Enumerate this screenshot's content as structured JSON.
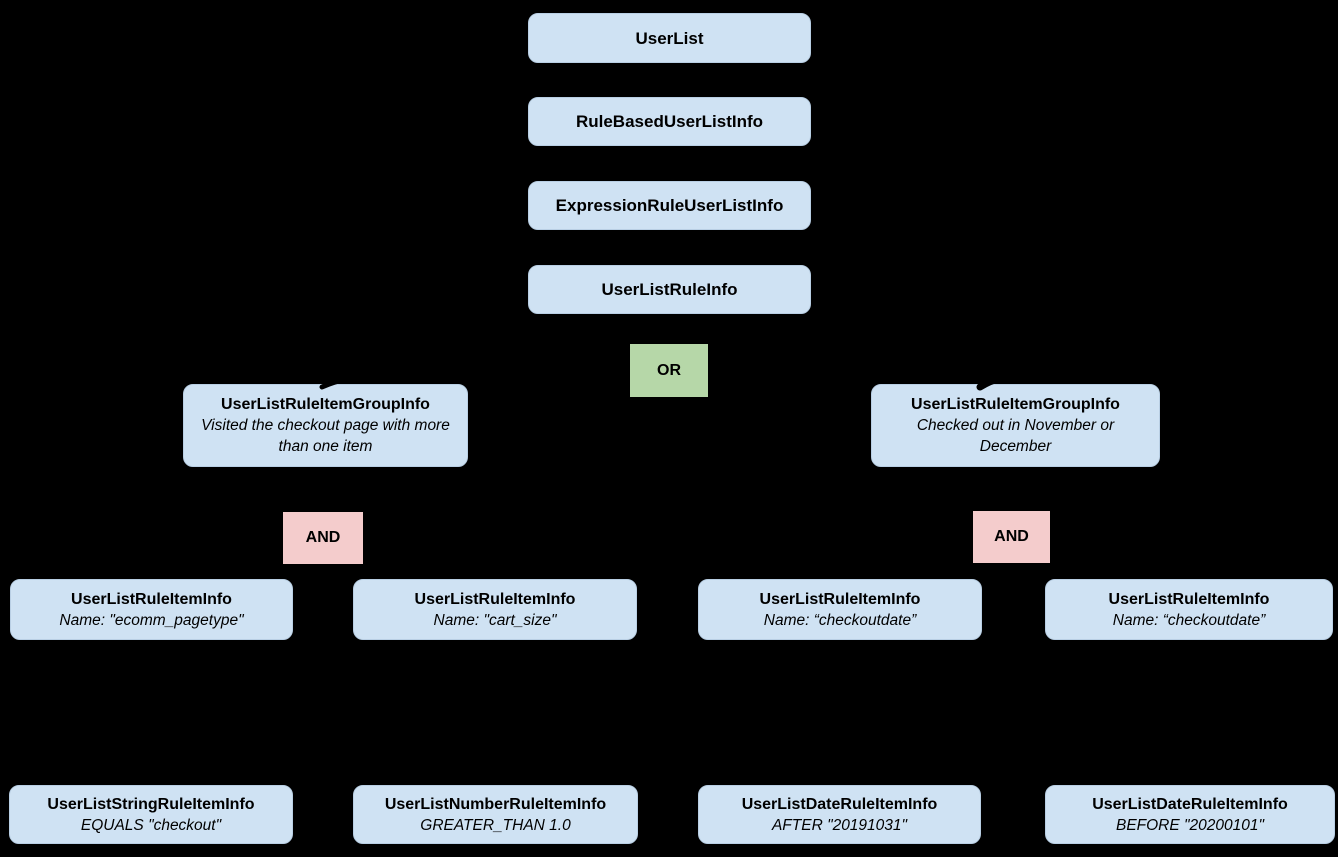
{
  "diagram": {
    "colors": {
      "background": "#000000",
      "node_fill": "#cfe2f3",
      "or_fill": "#b6d7a8",
      "and_fill": "#f4cccc",
      "text": "#000000"
    },
    "chain": [
      {
        "label": "UserList"
      },
      {
        "label": "RuleBasedUserListInfo"
      },
      {
        "label": "ExpressionRuleUserListInfo"
      },
      {
        "label": "UserListRuleInfo"
      }
    ],
    "operators": {
      "or": "OR",
      "and_left": "AND",
      "and_right": "AND"
    },
    "groups": [
      {
        "title": "UserListRuleItemGroupInfo",
        "description": "Visited the checkout page with more than one item"
      },
      {
        "title": "UserListRuleItemGroupInfo",
        "description": "Checked out in November or December"
      }
    ],
    "rule_items": [
      {
        "title": "UserListRuleItemInfo",
        "detail": "Name: \"ecomm_pagetype\""
      },
      {
        "title": "UserListRuleItemInfo",
        "detail": "Name: \"cart_size\""
      },
      {
        "title": "UserListRuleItemInfo",
        "detail": "Name: “checkoutdate”"
      },
      {
        "title": "UserListRuleItemInfo",
        "detail": "Name: “checkoutdate”"
      }
    ],
    "leaf_items": [
      {
        "title": "UserListStringRuleItemInfo",
        "detail": "EQUALS \"checkout\""
      },
      {
        "title": "UserListNumberRuleItemInfo",
        "detail": "GREATER_THAN 1.0"
      },
      {
        "title": "UserListDateRuleItemInfo",
        "detail": "AFTER \"20191031\""
      },
      {
        "title": "UserListDateRuleItemInfo",
        "detail": "BEFORE \"20200101\""
      }
    ]
  }
}
